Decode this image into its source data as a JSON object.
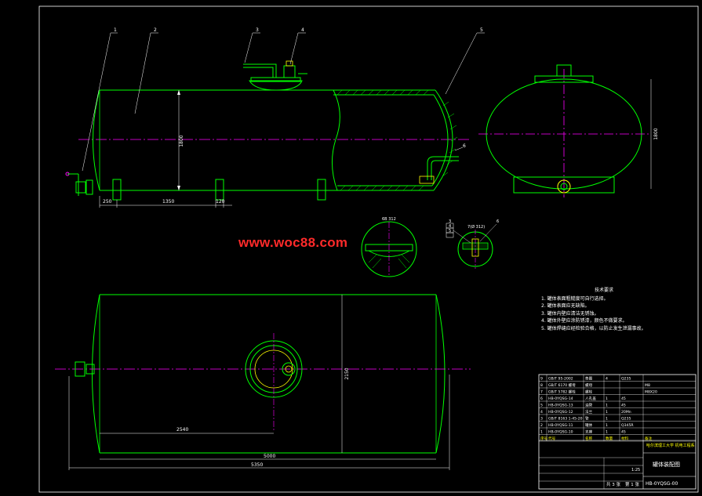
{
  "watermark": "www.woc88.com",
  "colors": {
    "background": "#000000",
    "outline": "#00ff00",
    "centerline": "#ff00ff",
    "dimension": "#ffffff",
    "leader": "#ffffff",
    "hatch": "#00ff00",
    "watermark": "#ff2a2a",
    "accent_yellow": "#ffff00",
    "frame": "#ffffff"
  },
  "front_view": {
    "balloons": [
      "1",
      "2",
      "3",
      "4",
      "5",
      "6"
    ],
    "dims": {
      "height": "1800",
      "left_end": "250",
      "support_gap": "1350",
      "support_w": "120"
    }
  },
  "side_view": {
    "height_dim": "1800"
  },
  "detail": {
    "left_label": "6B 312",
    "right_label": "7(Ø 312)",
    "right_balloons": [
      "3",
      "4",
      "5",
      "6"
    ]
  },
  "plan_view": {
    "height_dim": "2150",
    "offset_dim": "2540",
    "inner_length": "5000",
    "overall_length": "5350"
  },
  "tech_notes": {
    "title": "技术要求",
    "items": [
      "1. 罐体表面粗糙度可自行选择。",
      "2. 罐体表面应无缺陷。",
      "3. 罐体内壁应清洁无锈蚀。",
      "4. 罐体外壁应涂防锈漆，颜色不做要求。",
      "5. 罐体焊缝应经检验合格，以防止发生泄漏事故。"
    ]
  },
  "title_block": {
    "part_rows": [
      {
        "no": "9",
        "code": "GB/T 95-2002",
        "name": "垫圈",
        "qty": "4",
        "mat": "Q235",
        "note": ""
      },
      {
        "no": "8",
        "code": "GB/T 6170 螺母",
        "name": "螺母",
        "qty": "",
        "mat": "",
        "note": "M8"
      },
      {
        "no": "7",
        "code": "GB/T 5782 螺栓",
        "name": "螺栓",
        "qty": "",
        "mat": "",
        "note": "M8X20"
      },
      {
        "no": "6",
        "code": "HB-0YQSG-14",
        "name": "人孔盖",
        "qty": "1",
        "mat": "45",
        "note": ""
      },
      {
        "no": "5",
        "code": "HB-0YQSG-13",
        "name": "油管",
        "qty": "1",
        "mat": "45",
        "note": ""
      },
      {
        "no": "4",
        "code": "HB-0YQSG-12",
        "name": "法兰",
        "qty": "1",
        "mat": "20Mn",
        "note": ""
      },
      {
        "no": "3",
        "code": "GB/T 8163 1-45-20",
        "name": "管",
        "qty": "1",
        "mat": "Q235",
        "note": ""
      },
      {
        "no": "2",
        "code": "HB-0YQSG-11",
        "name": "罐体",
        "qty": "1",
        "mat": "Q345R",
        "note": ""
      },
      {
        "no": "1",
        "code": "HB-0YQSG-10",
        "name": "支座",
        "qty": "1",
        "mat": "45",
        "note": ""
      }
    ],
    "header": [
      "序号",
      "代号",
      "名称",
      "数量",
      "材料",
      "备注"
    ],
    "school": "哈尔滨理工大学 机电工程系",
    "drawing_title": "罐体装配图",
    "drawing_no": "HB-0YQSG-00",
    "sheets": "共 3 张",
    "sheet": "第 1 张",
    "scale": "1:25"
  }
}
